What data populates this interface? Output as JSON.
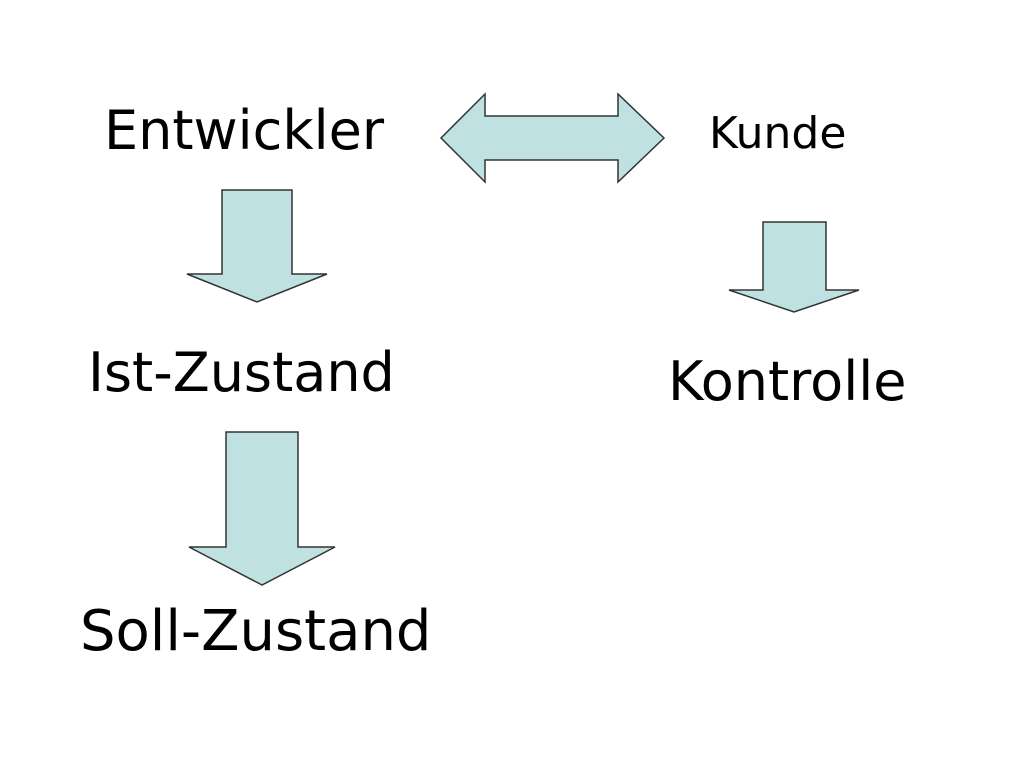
{
  "diagram": {
    "nodes": {
      "entwickler": "Entwickler",
      "kunde": "Kunde",
      "ist_zustand": "Ist-Zustand",
      "kontrolle": "Kontrolle",
      "soll_zustand": "Soll-Zustand"
    },
    "edges": [
      {
        "from": "Entwickler",
        "to": "Kunde",
        "kind": "bidirectional"
      },
      {
        "from": "Entwickler",
        "to": "Ist-Zustand",
        "kind": "down"
      },
      {
        "from": "Ist-Zustand",
        "to": "Soll-Zustand",
        "kind": "down"
      },
      {
        "from": "Kunde",
        "to": "Kontrolle",
        "kind": "down"
      }
    ]
  },
  "colors": {
    "arrow_fill": "#bfe1e1",
    "arrow_stroke": "#333333",
    "text": "#000000",
    "background": "#ffffff"
  }
}
